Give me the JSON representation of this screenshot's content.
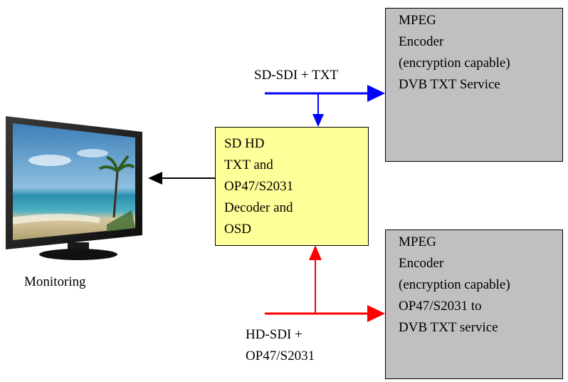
{
  "encoder_top": {
    "lines": [
      "MPEG",
      "Encoder",
      "(encryption capable)",
      "DVB TXT Service"
    ]
  },
  "encoder_bottom": {
    "lines": [
      "MPEG",
      "Encoder",
      "(encryption capable)",
      "OP47/S2031 to",
      "DVB TXT service"
    ]
  },
  "decoder": {
    "lines": [
      "SD HD",
      "TXT and",
      "OP47/S2031",
      "Decoder and",
      "OSD"
    ]
  },
  "inputs": {
    "sd_label": "SD-SDI + TXT",
    "hd_label_lines": [
      "HD-SDI +",
      "OP47/S2031"
    ]
  },
  "monitor": {
    "label": "Monitoring"
  },
  "colors": {
    "sd_signal": "#0000ff",
    "hd_signal": "#ff0000",
    "output": "#000000",
    "decoder_fill": "#ffff99",
    "encoder_fill": "#c0c0c0"
  }
}
